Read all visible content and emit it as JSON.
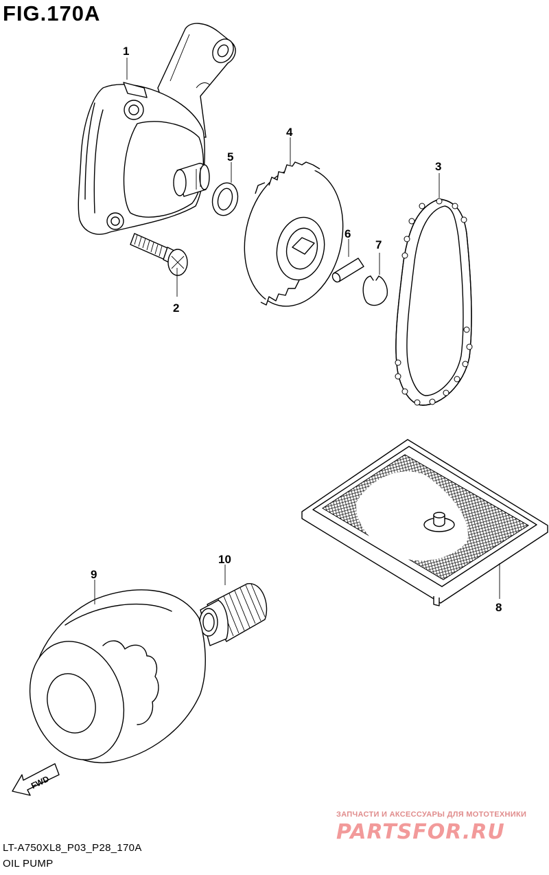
{
  "figure": {
    "title": "FIG.170A",
    "code": "LT-A750XL8_P03_P28_170A",
    "name": "OIL PUMP"
  },
  "callouts": [
    {
      "id": "1",
      "label": "1"
    },
    {
      "id": "2",
      "label": "2"
    },
    {
      "id": "3",
      "label": "3"
    },
    {
      "id": "4",
      "label": "4"
    },
    {
      "id": "5",
      "label": "5"
    },
    {
      "id": "6",
      "label": "6"
    },
    {
      "id": "7",
      "label": "7"
    },
    {
      "id": "8",
      "label": "8"
    },
    {
      "id": "9",
      "label": "9"
    },
    {
      "id": "10",
      "label": "10"
    }
  ],
  "fwd_arrow": {
    "label": "FWD",
    "icon": "fwd-arrow-icon"
  },
  "watermark": {
    "tagline": "ЗАПЧАСТИ И АКСЕССУАРЫ ДЛЯ МОТОТЕХНИКИ",
    "logo": "PARTSFOR.RU",
    "color": "#f29a9a"
  }
}
